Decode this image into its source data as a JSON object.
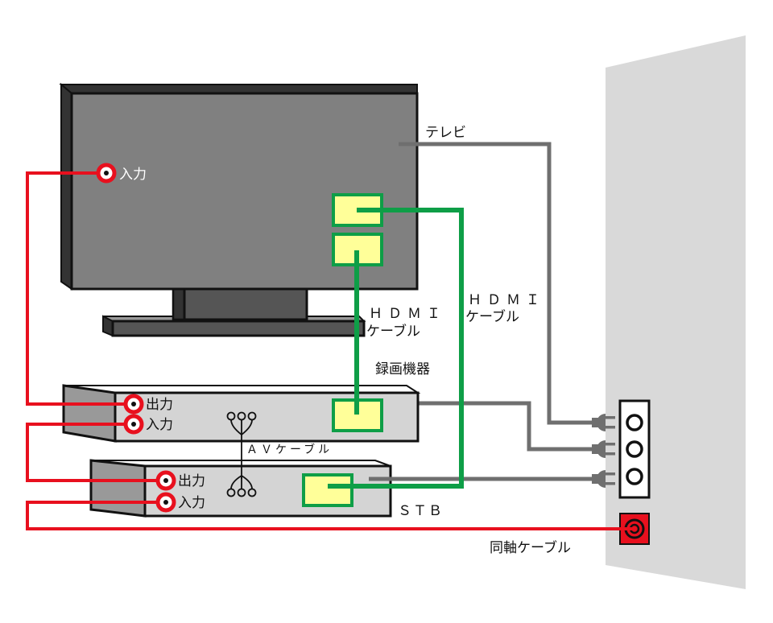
{
  "labels": {
    "tv": "テレビ",
    "tv_input": "入力",
    "hdmi_cable_left_line1": "ＨＤＭＩ",
    "hdmi_cable_left_line2": "ケーブル",
    "hdmi_cable_right_line1": "ＨＤＭＩ",
    "hdmi_cable_right_line2": "ケーブル",
    "recorder": "録画機器",
    "recorder_output": "出力",
    "recorder_input": "入力",
    "av_cable": "ＡＶケーブル",
    "stb_output": "出力",
    "stb_input": "入力",
    "stb": "ＳＴＢ",
    "coax_cable": "同軸ケーブル"
  },
  "colors": {
    "coax_red": "#e8101e",
    "hdmi_green": "#0e9e47",
    "hdmi_port": "#ffff99",
    "power_cord": "#6f6f6f",
    "tv_body": "#808080",
    "tv_stand": "#555555",
    "device_body": "#d4d4d4",
    "wall": "#d9d9d9",
    "outline": "#111111"
  }
}
